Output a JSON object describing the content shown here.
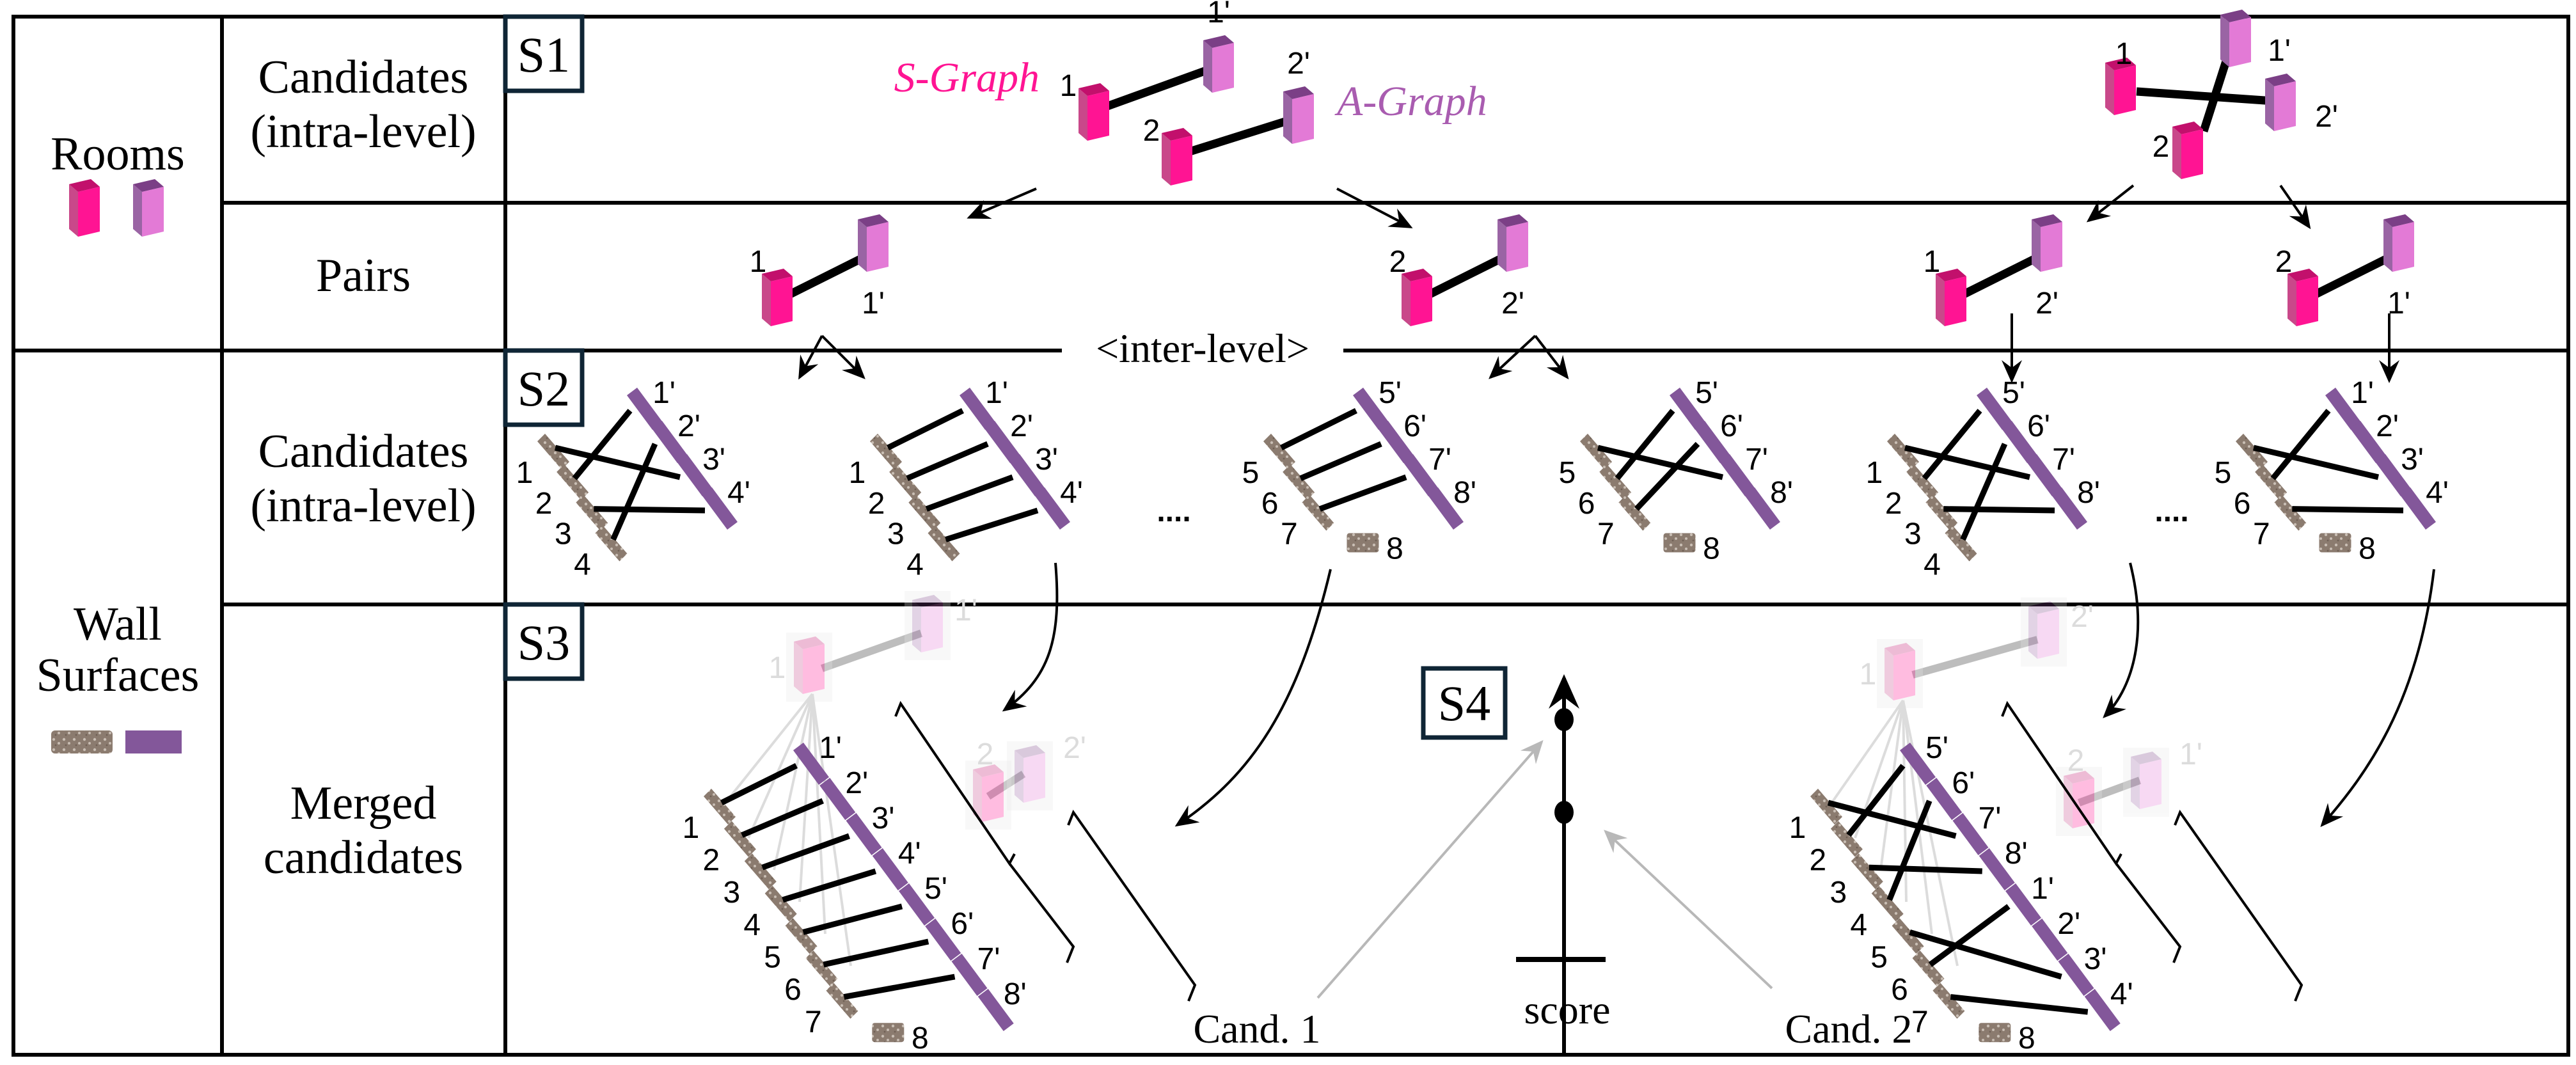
{
  "colors": {
    "s_graph": "#ff1493",
    "a_graph": "#a95cb0",
    "room_s_front": "#ff1493",
    "room_s_side": "#c9488a",
    "room_s_top": "#c2106c",
    "room_a_front": "#e37ad6",
    "room_a_side": "#9a64a4",
    "room_a_top": "#7b3f86",
    "wall_a": "#83579a",
    "wall_s": "#8b7b6f",
    "step_border": "#0f2535"
  },
  "levels": [
    {
      "label_lines": [
        "Rooms"
      ],
      "legend": [
        "room-s-graph",
        "room-a-graph"
      ]
    },
    {
      "label_lines": [
        "Wall",
        "Surfaces"
      ],
      "legend": [
        "wall-s-graph",
        "wall-a-graph"
      ]
    }
  ],
  "rows": [
    {
      "step": "S1",
      "label_lines": [
        "Candidates",
        "(intra-level)"
      ]
    },
    {
      "step": "",
      "label_lines": [
        "Pairs"
      ]
    },
    {
      "step": "S2",
      "label_lines": [
        "Candidates",
        "(intra-level)"
      ]
    },
    {
      "step": "S3",
      "label_lines": [
        "Merged",
        "candidates"
      ]
    }
  ],
  "s1": {
    "graph_labels": {
      "s": "S-Graph",
      "a": "A-Graph"
    },
    "candidates": [
      {
        "matches": [
          [
            "1",
            "1'"
          ],
          [
            "2",
            "2'"
          ]
        ]
      },
      {
        "matches": [
          [
            "1",
            "2'"
          ],
          [
            "2",
            "1'"
          ]
        ]
      }
    ]
  },
  "pairs": {
    "items": [
      {
        "s": "1",
        "a": "1'"
      },
      {
        "s": "2",
        "a": "2'"
      },
      {
        "s": "1",
        "a": "2'"
      },
      {
        "s": "2",
        "a": "1'"
      }
    ],
    "inter_level_label": "<inter-level>"
  },
  "s2": {
    "ellipsis": "....",
    "candidates": [
      {
        "s": [
          "1",
          "2",
          "3",
          "4"
        ],
        "a": [
          "1'",
          "2'",
          "3'",
          "4'"
        ],
        "matches": [
          [
            0,
            2
          ],
          [
            1,
            0
          ],
          [
            2,
            3
          ],
          [
            3,
            1
          ]
        ]
      },
      {
        "s": [
          "1",
          "2",
          "3",
          "4"
        ],
        "a": [
          "1'",
          "2'",
          "3'",
          "4'"
        ],
        "matches": [
          [
            0,
            0
          ],
          [
            1,
            1
          ],
          [
            2,
            2
          ],
          [
            3,
            3
          ]
        ]
      },
      {
        "s": [
          "5",
          "6",
          "7",
          "8"
        ],
        "a": [
          "5'",
          "6'",
          "7'",
          "8'"
        ],
        "matches": [
          [
            0,
            0
          ],
          [
            1,
            1
          ],
          [
            2,
            2
          ]
        ]
      },
      {
        "s": [
          "5",
          "6",
          "7",
          "8"
        ],
        "a": [
          "5'",
          "6'",
          "7'",
          "8'"
        ],
        "matches": [
          [
            0,
            2
          ],
          [
            1,
            0
          ],
          [
            2,
            1
          ]
        ]
      },
      {
        "s": [
          "1",
          "2",
          "3",
          "4"
        ],
        "a": [
          "5'",
          "6'",
          "7'",
          "8'"
        ],
        "matches": [
          [
            0,
            2
          ],
          [
            1,
            0
          ],
          [
            2,
            3
          ],
          [
            3,
            1
          ]
        ]
      },
      {
        "s": [
          "5",
          "6",
          "7",
          "8"
        ],
        "a": [
          "1'",
          "2'",
          "3'",
          "4'"
        ],
        "matches": [
          [
            0,
            2
          ],
          [
            1,
            0
          ],
          [
            2,
            3
          ]
        ]
      }
    ]
  },
  "s3": {
    "candidates": [
      {
        "label": "Cand. 1",
        "rooms": [
          {
            "s": "1",
            "a": "1'"
          },
          {
            "s": "2",
            "a": "2'"
          }
        ],
        "s_walls": [
          "1",
          "2",
          "3",
          "4",
          "5",
          "6",
          "7",
          "8"
        ],
        "a_walls": [
          "1'",
          "2'",
          "3'",
          "4'",
          "5'",
          "6'",
          "7'",
          "8'"
        ],
        "matches": [
          [
            0,
            0
          ],
          [
            1,
            1
          ],
          [
            2,
            2
          ],
          [
            3,
            3
          ],
          [
            4,
            4
          ],
          [
            5,
            5
          ],
          [
            6,
            6
          ]
        ]
      },
      {
        "label": "Cand. 2",
        "rooms": [
          {
            "s": "1",
            "a": "2'"
          },
          {
            "s": "2",
            "a": "1'"
          }
        ],
        "s_walls": [
          "1",
          "2",
          "3",
          "4",
          "5",
          "6",
          "7",
          "8"
        ],
        "a_walls": [
          "5'",
          "6'",
          "7'",
          "8'",
          "1'",
          "2'",
          "3'",
          "4'"
        ],
        "matches": [
          [
            0,
            2
          ],
          [
            1,
            0
          ],
          [
            2,
            3
          ],
          [
            3,
            1
          ],
          [
            4,
            6
          ],
          [
            5,
            4
          ],
          [
            6,
            7
          ]
        ]
      }
    ]
  },
  "s4": {
    "step": "S4",
    "axis_label": "score",
    "points": [
      {
        "candidate": "Cand. 1",
        "score_rank": 1
      },
      {
        "candidate": "Cand. 2",
        "score_rank": 2
      }
    ]
  }
}
